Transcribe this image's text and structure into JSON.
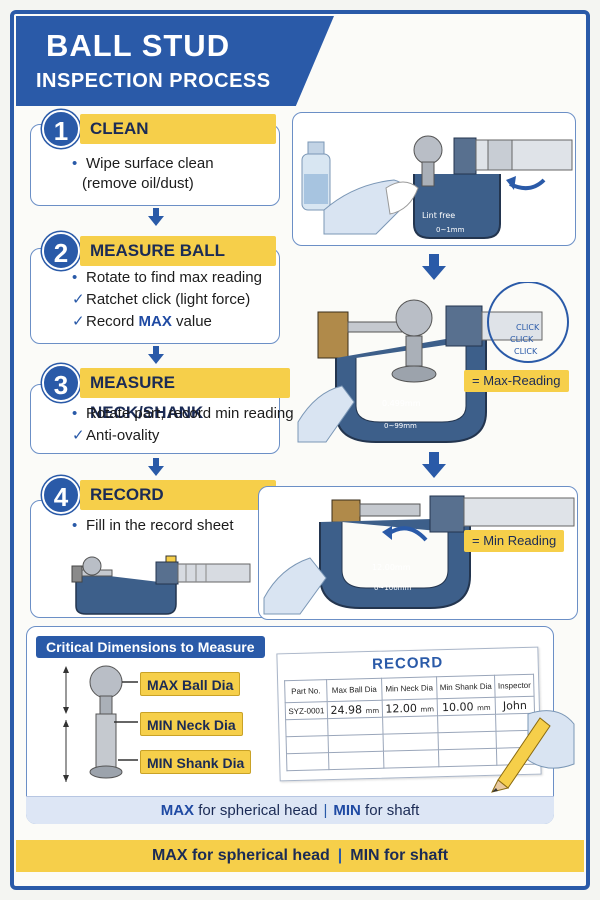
{
  "header": {
    "title_line1": "BALL STUD",
    "title_line2": "INSPECTION PROCESS"
  },
  "steps": [
    {
      "number": "1",
      "title": "CLEAN",
      "bullets": [
        {
          "mark": "•",
          "text": "Wipe surface clean"
        },
        {
          "mark": "",
          "text": "(remove oil/dust)"
        }
      ]
    },
    {
      "number": "2",
      "title": "MEASURE BALL",
      "bullets": [
        {
          "mark": "•",
          "text": "Rotate to find max reading"
        },
        {
          "mark": "✓",
          "text": "Ratchet click (light force)"
        },
        {
          "mark": "✓",
          "pre": "Record ",
          "bold": "MAX",
          "post": " value"
        }
      ]
    },
    {
      "number": "3",
      "title": "MEASURE NECK/SHANK",
      "bullets": [
        {
          "mark": "•",
          "text": "Rotate part, record min reading"
        },
        {
          "mark": "✓",
          "text": "Anti-ovality"
        }
      ]
    },
    {
      "number": "4",
      "title": "RECORD",
      "bullets": [
        {
          "mark": "•",
          "text": "Fill in the record sheet"
        }
      ]
    }
  ],
  "illustrations": {
    "micrometer1": {
      "scale_text": "Lint free",
      "reading": "0~1mm"
    },
    "micrometer2": {
      "reading_value": "0.499mm",
      "range": "0~99mm",
      "tag": "= Max-Reading",
      "click_sound": "CLICK"
    },
    "micrometer3": {
      "reading_value": "12.00mm",
      "range": "0~106mm",
      "tag": "= Min Reading"
    }
  },
  "critical": {
    "title": "Critical Dimensions to Measure",
    "dims": [
      "MAX Ball Dia",
      "MIN Neck Dia",
      "MIN Shank Dia"
    ],
    "footer": {
      "max_bold": "MAX",
      "max_rest": " for spherical head",
      "sep": "|",
      "min_bold": "MIN",
      "min_rest": " for shaft"
    }
  },
  "record_sheet": {
    "title": "RECORD",
    "headers": [
      "Part No.",
      "Max Ball Dia",
      "Min Neck Dia",
      "Min Shank Dia",
      "Inspector"
    ],
    "row": [
      "SYZ-0001",
      "24.98",
      "12.00",
      "10.00",
      "John"
    ],
    "unit": "mm"
  },
  "bottom_bar": {
    "left": "MAX for spherical head",
    "sep": "|",
    "right": "MIN for shaft"
  },
  "colors": {
    "primary_blue": "#2a5aa8",
    "accent_yellow": "#f6cf4a"
  }
}
